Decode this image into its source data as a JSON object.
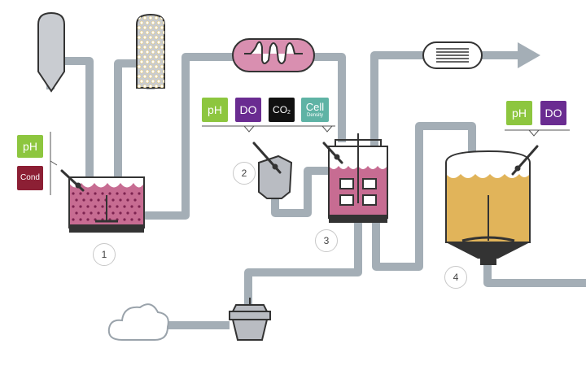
{
  "colors": {
    "pipe": "#a4aeb6",
    "tank_gray": "#c9ccd1",
    "tank_outline": "#333333",
    "pink_fluid": "#c76c92",
    "yellow_fluid": "#e1b45a",
    "ph_green": "#8dc63f",
    "do_purple": "#6a2c91",
    "co2_black": "#111111",
    "cell_teal": "#5fb3a5",
    "cond_maroon": "#8c1f34"
  },
  "sensors": {
    "stage1": {
      "ph": "pH",
      "cond": "Cond"
    },
    "stage3": {
      "ph": "pH",
      "do": "DO",
      "co2": "CO",
      "co2_sub": "2",
      "cell": "Cell",
      "cell_sub": "Density"
    },
    "stage4": {
      "ph": "pH",
      "do": "DO"
    }
  },
  "steps": [
    "1",
    "2",
    "3",
    "4"
  ]
}
